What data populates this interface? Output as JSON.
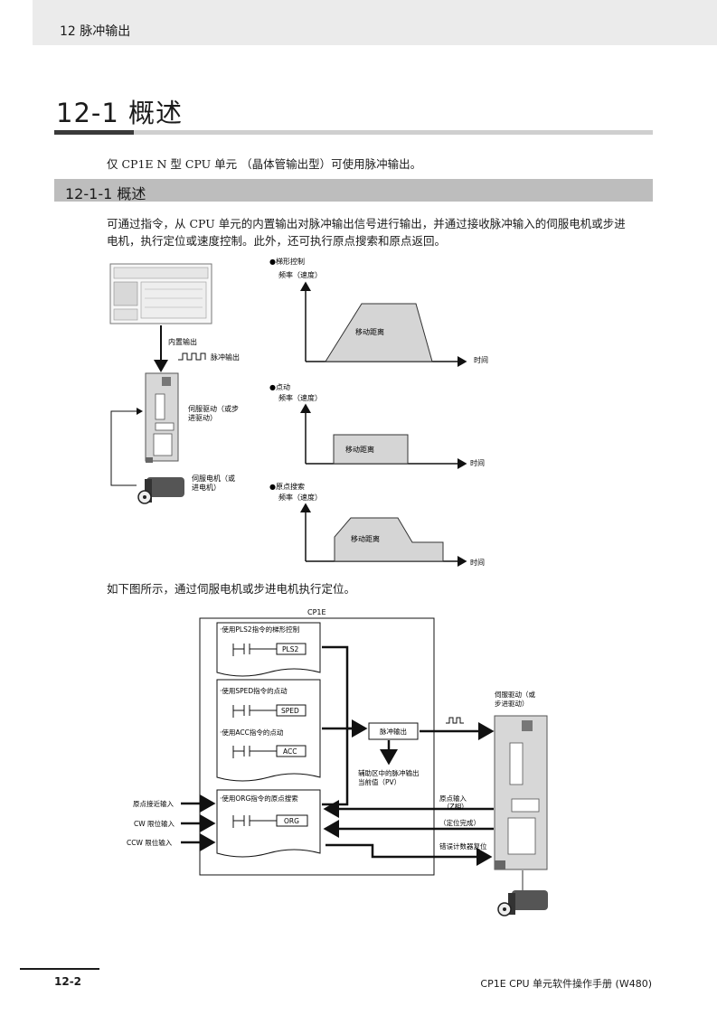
{
  "header": {
    "chapter": "12  脉冲输出"
  },
  "section": {
    "title": "12-1  概述"
  },
  "intro": "仅 CP1E N 型 CPU 单元 （晶体管输出型）可使用脉冲输出。",
  "subsection": {
    "title": "12-1-1  概述"
  },
  "para1_line1": "可通过指令，从 CPU 单元的内置输出对脉冲输出信号进行输出，并通过接收脉冲输入的伺服电机或步进",
  "para1_line2": "电机，执行定位或速度控制。此外，还可执行原点搜索和原点返回。",
  "fig1": {
    "builtin_output": "内置输出",
    "pulse_output": "脉冲输出",
    "servo_drive_1": "伺服驱动（或步",
    "servo_drive_2": "进驱动）",
    "servo_motor_1": "伺服电机（或",
    "servo_motor_2": "进电机）",
    "graphs": [
      {
        "title": "●梯形控制",
        "ylabel": "频率（速度）",
        "area_label": "移动距离",
        "xlabel": "时间"
      },
      {
        "title": "●点动",
        "ylabel": "频率（速度）",
        "area_label": "移动距离",
        "xlabel": "时间"
      },
      {
        "title": "●原点搜索",
        "ylabel": "频率（速度）",
        "area_label": "移动距离",
        "xlabel": "时间"
      }
    ]
  },
  "para2": "如下图所示，通过伺服电机或步进电机执行定位。",
  "fig2": {
    "cp1e": "CP1E",
    "box1_title": "·使用PLS2指令的梯形控制",
    "box1_instr": "PLS2",
    "box2_title_a": "·使用SPED指令的点动",
    "box2_instr_a": "SPED",
    "box2_title_b": "·使用ACC指令的点动",
    "box2_instr_b": "ACC",
    "box3_title": "·使用ORG指令的原点搜索",
    "box3_instr": "ORG",
    "pulse_output": "脉冲输出",
    "aux_1": "辅助区中的脉冲输出",
    "aux_2": "当前值（PV）",
    "in_origin_proximity": "原点接近输入",
    "in_cw": "CW 限位输入",
    "in_ccw": "CCW 限位输入",
    "servo_drive_1": "伺服驱动（或",
    "servo_drive_2": "步进驱动）",
    "origin_input_1": "原点输入",
    "origin_input_2": "（Z相）",
    "positioning_done": "（定位完成）",
    "error_counter_reset": "错误计数器复位"
  },
  "footer": {
    "page": "12-2",
    "manual": "CP1E CPU 单元软件操作手册 (W480)"
  }
}
